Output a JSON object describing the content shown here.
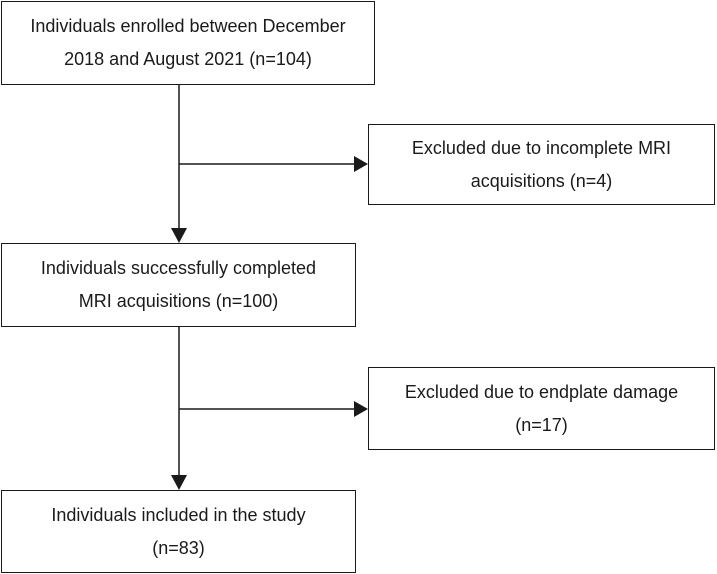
{
  "flowchart": {
    "enrolled": {
      "line1": "Individuals enrolled between December",
      "line2": "2018 and August 2021 (n=104)"
    },
    "excluded_mri": {
      "line1": "Excluded due to incomplete MRI",
      "line2": "acquisitions (n=4)"
    },
    "completed": {
      "line1": "Individuals successfully completed",
      "line2": "MRI acquisitions (n=100)"
    },
    "excluded_endplate": {
      "line1": "Excluded due to endplate damage",
      "line2": "(n=17)"
    },
    "included": {
      "line1": "Individuals included in the study",
      "line2": "(n=83)"
    }
  },
  "colors": {
    "stroke": "#1a1a1a",
    "background": "#ffffff"
  }
}
